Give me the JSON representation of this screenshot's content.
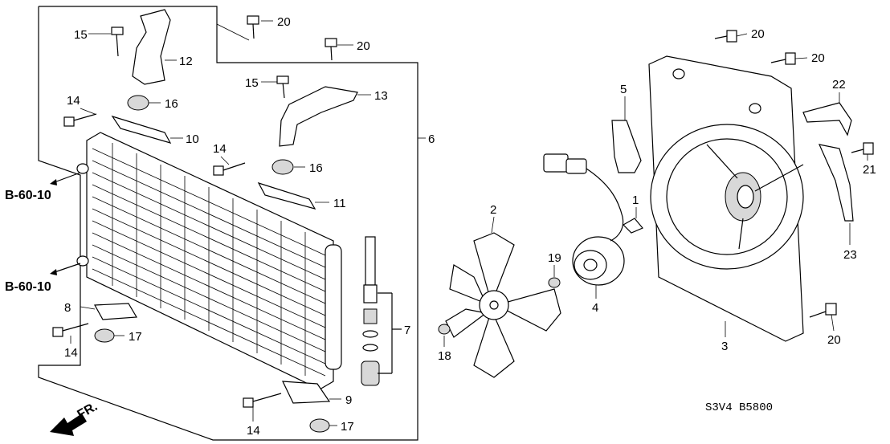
{
  "callouts": [
    {
      "id": "c20a",
      "text": "20"
    },
    {
      "id": "c15a",
      "text": "15"
    },
    {
      "id": "c12",
      "text": "12"
    },
    {
      "id": "c20b",
      "text": "20"
    },
    {
      "id": "c14a",
      "text": "14"
    },
    {
      "id": "c16a",
      "text": "16"
    },
    {
      "id": "c15b",
      "text": "15"
    },
    {
      "id": "c13",
      "text": "13"
    },
    {
      "id": "c10",
      "text": "10"
    },
    {
      "id": "c6",
      "text": "6"
    },
    {
      "id": "c14b",
      "text": "14"
    },
    {
      "id": "c16b",
      "text": "16"
    },
    {
      "id": "c11",
      "text": "11"
    },
    {
      "id": "c7",
      "text": "7"
    },
    {
      "id": "c8",
      "text": "8"
    },
    {
      "id": "c14c",
      "text": "14"
    },
    {
      "id": "c17a",
      "text": "17"
    },
    {
      "id": "c9",
      "text": "9"
    },
    {
      "id": "c14d",
      "text": "14"
    },
    {
      "id": "c17b",
      "text": "17"
    },
    {
      "id": "c2",
      "text": "2"
    },
    {
      "id": "c19",
      "text": "19"
    },
    {
      "id": "c18",
      "text": "18"
    },
    {
      "id": "c5",
      "text": "5"
    },
    {
      "id": "c1",
      "text": "1"
    },
    {
      "id": "c4",
      "text": "4"
    },
    {
      "id": "c20c",
      "text": "20"
    },
    {
      "id": "c20d",
      "text": "20"
    },
    {
      "id": "c22",
      "text": "22"
    },
    {
      "id": "c21",
      "text": "21"
    },
    {
      "id": "c23",
      "text": "23"
    },
    {
      "id": "c3",
      "text": "3"
    },
    {
      "id": "c20e",
      "text": "20"
    }
  ],
  "references": {
    "upper": "B-60-10",
    "lower": "B-60-10"
  },
  "front_marker": "FR.",
  "diagram_code": "S3V4  B5800"
}
